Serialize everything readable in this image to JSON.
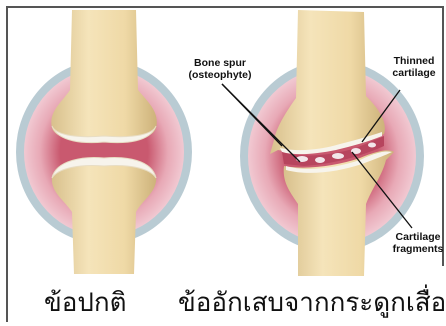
{
  "figure": {
    "annotations": {
      "bone_spur_line1": "Bone spur",
      "bone_spur_line2": "(osteophyte)",
      "thinned_line1": "Thinned",
      "thinned_line2": "cartilage",
      "fragments_line1": "Cartilage",
      "fragments_line2": "fragments"
    },
    "captions": {
      "normal_joint": "ข้อปกติ",
      "osteoarthritis_joint": "ข้ออักเสบจากกระดูกเสื่อม"
    },
    "colors": {
      "bone_fill": "#f2dfb2",
      "bone_shadow": "#d9c08a",
      "capsule_outer": "#b9cbd3",
      "capsule_pink": "#e7a9b6",
      "capsule_inner": "#c9596f",
      "cartilage": "#f7f4ec",
      "frame": "#555555"
    }
  }
}
